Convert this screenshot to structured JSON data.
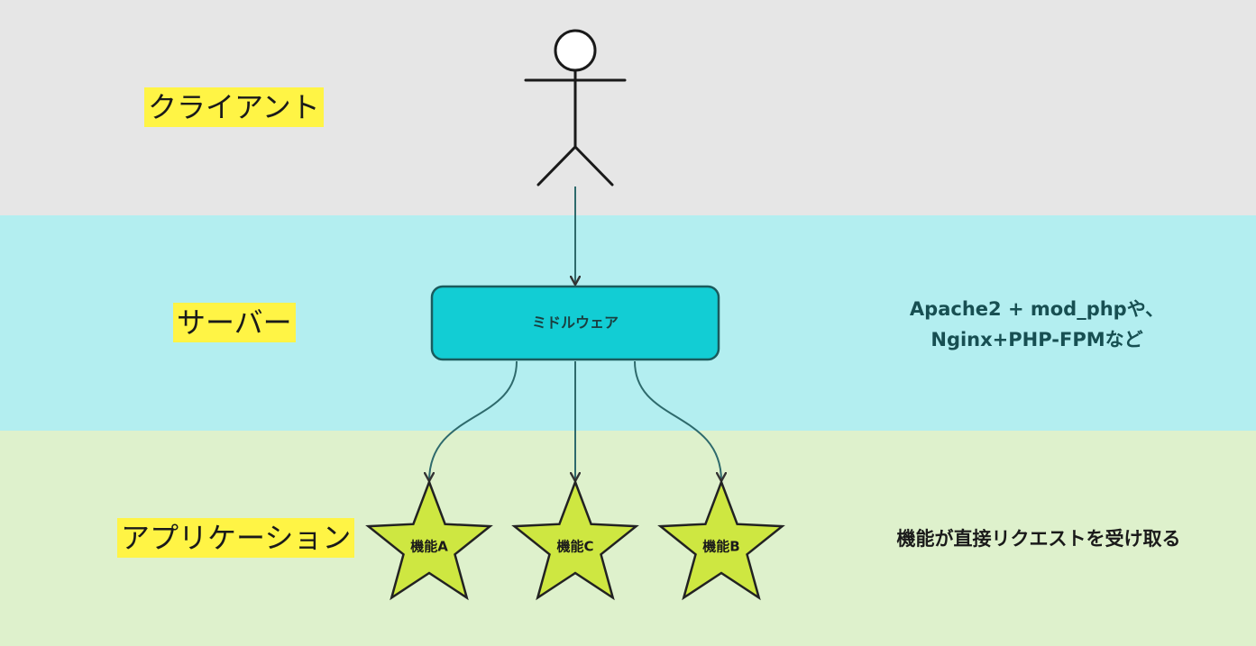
{
  "lanes": {
    "client": {
      "label": "クライアント",
      "color": "#e6e6e6"
    },
    "server": {
      "label": "サーバー",
      "color": "#b3eef0"
    },
    "application": {
      "label": "アプリケーション",
      "color": "#def1cc"
    }
  },
  "nodes": {
    "actor": {
      "icon": "stick-figure-icon"
    },
    "middleware": {
      "label": "ミドルウェア",
      "fill": "#12cdd4",
      "stroke": "#1a5b5d",
      "text_color": "#1a3f40"
    },
    "features": [
      {
        "id": "feature-a",
        "label": "機能A"
      },
      {
        "id": "feature-c",
        "label": "機能C"
      },
      {
        "id": "feature-b",
        "label": "機能B"
      }
    ],
    "feature_fill": "#cee741",
    "feature_stroke": "#222222"
  },
  "notes": {
    "server_line1": "Apache2 + mod_phpや、",
    "server_line2": "Nginx+PHP-FPMなど",
    "server_color": "#174f52",
    "application": "機能が直接リクエストを受け取る",
    "application_color": "#1a1a1a"
  },
  "connectors": {
    "actor_to_middleware_color": "#2e6a6c",
    "middleware_to_features_color": "#2e6a6c",
    "arrowhead_color": "#333333"
  },
  "label_highlight": "#fff445"
}
